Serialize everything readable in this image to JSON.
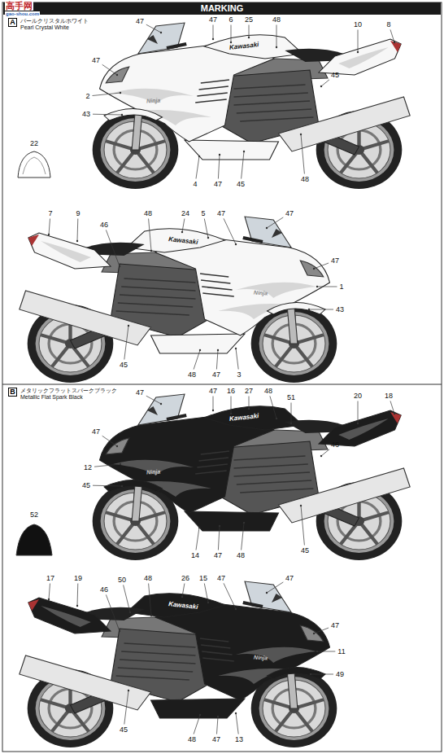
{
  "diagram": {
    "nodes": [
      {
        "text": [
          "MARKING"
        ]
      },
      {
        "text": [
          "A"
        ]
      },
      {
        "text": [
          "B"
        ]
      }
    ],
    "labels": [
      "高手网",
      "gao-shou.com",
      "パールクリスタルホワイト",
      "Pearl Crystal White",
      "47",
      "47",
      "6",
      "25",
      "48",
      "10",
      "8",
      "47",
      "45",
      "2",
      "43",
      "4",
      "47",
      "45",
      "48",
      "22",
      "Kawasaki",
      "Ninja",
      "7",
      "9",
      "48",
      "24",
      "5",
      "47",
      "47",
      "47",
      "46",
      "1",
      "43",
      "45",
      "48",
      "47",
      "3",
      "Kawasaki",
      "Ninja",
      "メタリックフラットスパークブラック",
      "Metallic Flat Spark Black",
      "47",
      "47",
      "16",
      "27",
      "48",
      "51",
      "20",
      "18",
      "47",
      "46",
      "12",
      "45",
      "14",
      "47",
      "48",
      "45",
      "52",
      "Kawasaki",
      "Ninja",
      "17",
      "19",
      "50",
      "48",
      "26",
      "15",
      "47",
      "47",
      "47",
      "46",
      "11",
      "49",
      "45",
      "48",
      "47",
      "13",
      "Kawasaki",
      "Ninja"
    ]
  }
}
